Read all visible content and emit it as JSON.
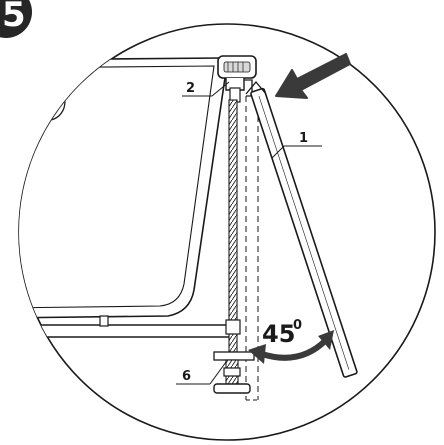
{
  "step": {
    "number": "5"
  },
  "callouts": {
    "bracket": "2",
    "panel": "1",
    "foot": "6"
  },
  "angle": {
    "value": "45",
    "unit": "0"
  },
  "colors": {
    "outline": "#1a1a1a",
    "badge": "#262626",
    "arrow": "#3a3a3a",
    "panel_fill": "#ffffff",
    "background": "#ffffff"
  },
  "icons": {
    "push_arrow": "arrow-down-left-icon",
    "angle_arrow": "double-curved-arrow-icon"
  }
}
